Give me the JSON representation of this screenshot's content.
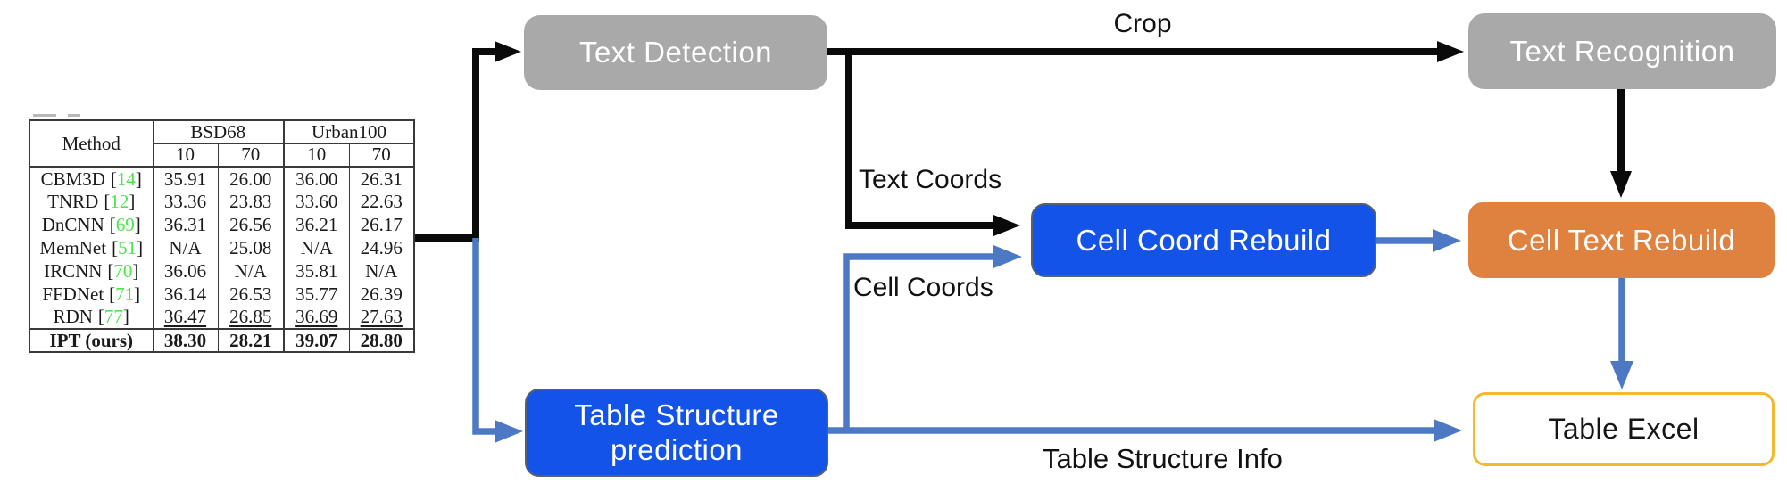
{
  "palette": {
    "box-gray": "#a9a9a9",
    "box-blue": "#1353e8",
    "box-orange": "#e0823f",
    "arrow-blue": "#4d78c4",
    "arrow-black": "#0a0a0a",
    "excel-border": "#f2b933",
    "cite-green": "#4ce44c"
  },
  "boxes": {
    "text_detection": "Text Detection",
    "text_recognition": "Text Recognition",
    "cell_coord_rebuild": "Cell Coord Rebuild",
    "cell_text_rebuild": "Cell Text Rebuild",
    "table_structure_prediction_line1": "Table Structure",
    "table_structure_prediction_line2": "prediction",
    "table_excel": "Table Excel"
  },
  "labels": {
    "crop": "Crop",
    "text_coords": "Text Coords",
    "cell_coords": "Cell Coords",
    "table_structure_info": "Table Structure Info"
  },
  "figure_table": {
    "method_header": "Method",
    "groups": [
      {
        "name": "BSD68",
        "subs": [
          "10",
          "70"
        ]
      },
      {
        "name": "Urban100",
        "subs": [
          "10",
          "70"
        ]
      }
    ],
    "rows": [
      {
        "name": "CBM3D",
        "cite": "14",
        "values": [
          "35.91",
          "26.00",
          "36.00",
          "26.31"
        ]
      },
      {
        "name": "TNRD",
        "cite": "12",
        "values": [
          "33.36",
          "23.83",
          "33.60",
          "22.63"
        ]
      },
      {
        "name": "DnCNN",
        "cite": "69",
        "values": [
          "36.31",
          "26.56",
          "36.21",
          "26.17"
        ]
      },
      {
        "name": "MemNet",
        "cite": "51",
        "values": [
          "N/A",
          "25.08",
          "N/A",
          "24.96"
        ]
      },
      {
        "name": "IRCNN",
        "cite": "70",
        "values": [
          "36.06",
          "N/A",
          "35.81",
          "N/A"
        ]
      },
      {
        "name": "FFDNet",
        "cite": "71",
        "values": [
          "36.14",
          "26.53",
          "35.77",
          "26.39"
        ]
      },
      {
        "name": "RDN",
        "cite": "77",
        "values": [
          "36.47",
          "26.85",
          "36.69",
          "27.63"
        ]
      },
      {
        "name": "IPT (ours)",
        "values": [
          "38.30",
          "28.21",
          "39.07",
          "28.80"
        ]
      }
    ]
  }
}
